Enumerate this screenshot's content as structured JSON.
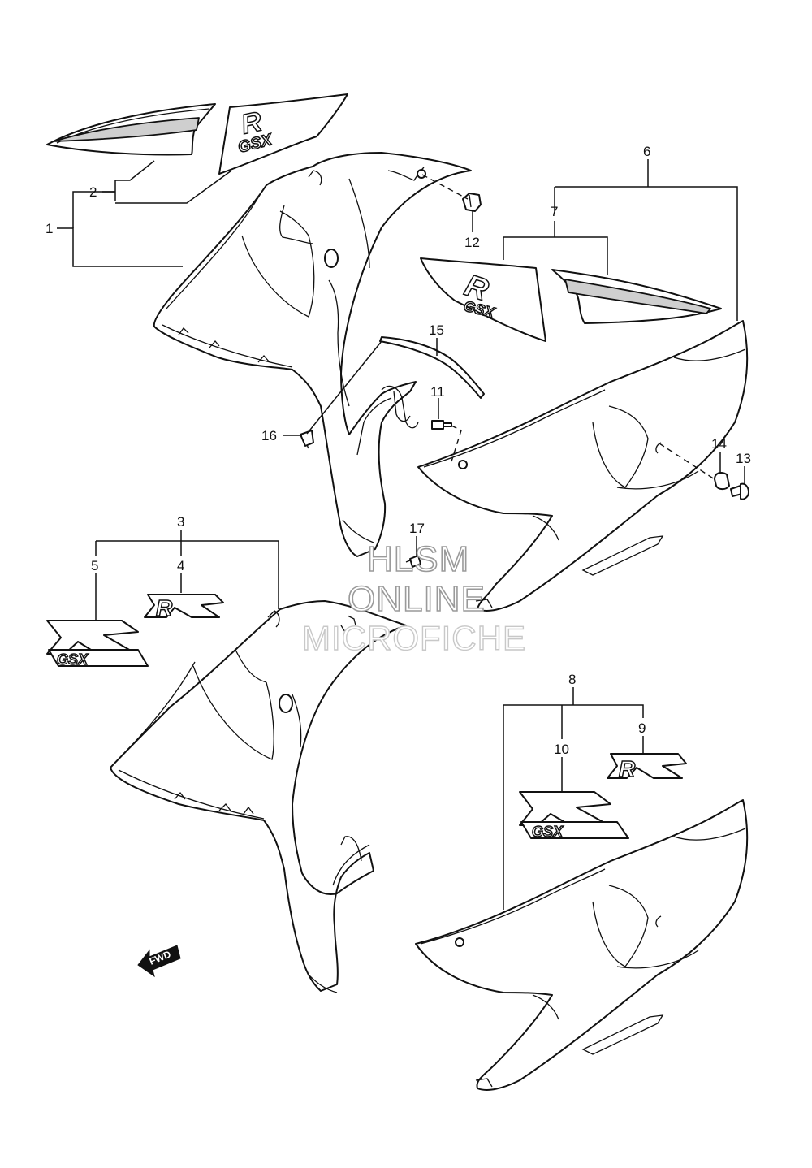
{
  "callouts": {
    "c1": "1",
    "c2": "2",
    "c3": "3",
    "c4": "4",
    "c5": "5",
    "c6": "6",
    "c7": "7",
    "c8": "8",
    "c9": "9",
    "c10": "10",
    "c11": "11",
    "c12": "12",
    "c13": "13",
    "c14": "14",
    "c15": "15",
    "c16": "16",
    "c17": "17"
  },
  "watermark": {
    "line1": "HLSM",
    "line2": "ONLINE",
    "line3": "MICROFICHE"
  },
  "logos": {
    "r_mark": "R",
    "gsx_mark": "GSX"
  },
  "fwd_arrow": {
    "label": "FWD"
  },
  "colors": {
    "line": "#111111",
    "background": "#ffffff",
    "watermark": "#9a9a9a"
  }
}
